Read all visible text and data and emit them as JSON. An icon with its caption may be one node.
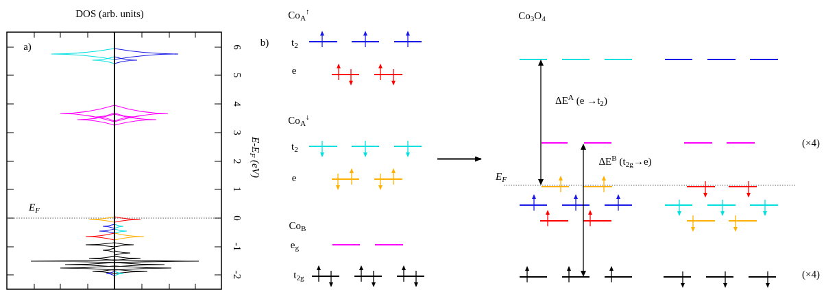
{
  "diagram": {
    "nodes": [
      {
        "text": [],
        "shape": "picture"
      },
      {
        "text": [],
        "shape": "picture"
      }
    ],
    "edges": [
      {
        "from": 0,
        "to": 1,
        "arrow": "to"
      }
    ],
    "labels": [
      "DOS (arb. units)",
      "a)",
      "6",
      "5",
      "4",
      "3",
      "2",
      "1",
      "0",
      "-1",
      "-2",
      "E-E$_{F}$ (eV)",
      "E$_{F}$",
      "b)",
      "Co$_{A}$$^{↑}$",
      "t$_{2}$",
      "e",
      "Co$_{A}$$^{↓}$",
      "t$_{2}$",
      "e",
      "Co$_{B}$",
      "e$_{g}$",
      "t$_{2g}$",
      "Co$_{3}$O$_{4}$",
      "ΔE$^{A}$ (e →t$_{2}$)",
      "ΔE$^{B}$ (t$_{2g}$→e)",
      "E$_{F}$",
      "(×4)",
      "(×4)"
    ]
  }
}
